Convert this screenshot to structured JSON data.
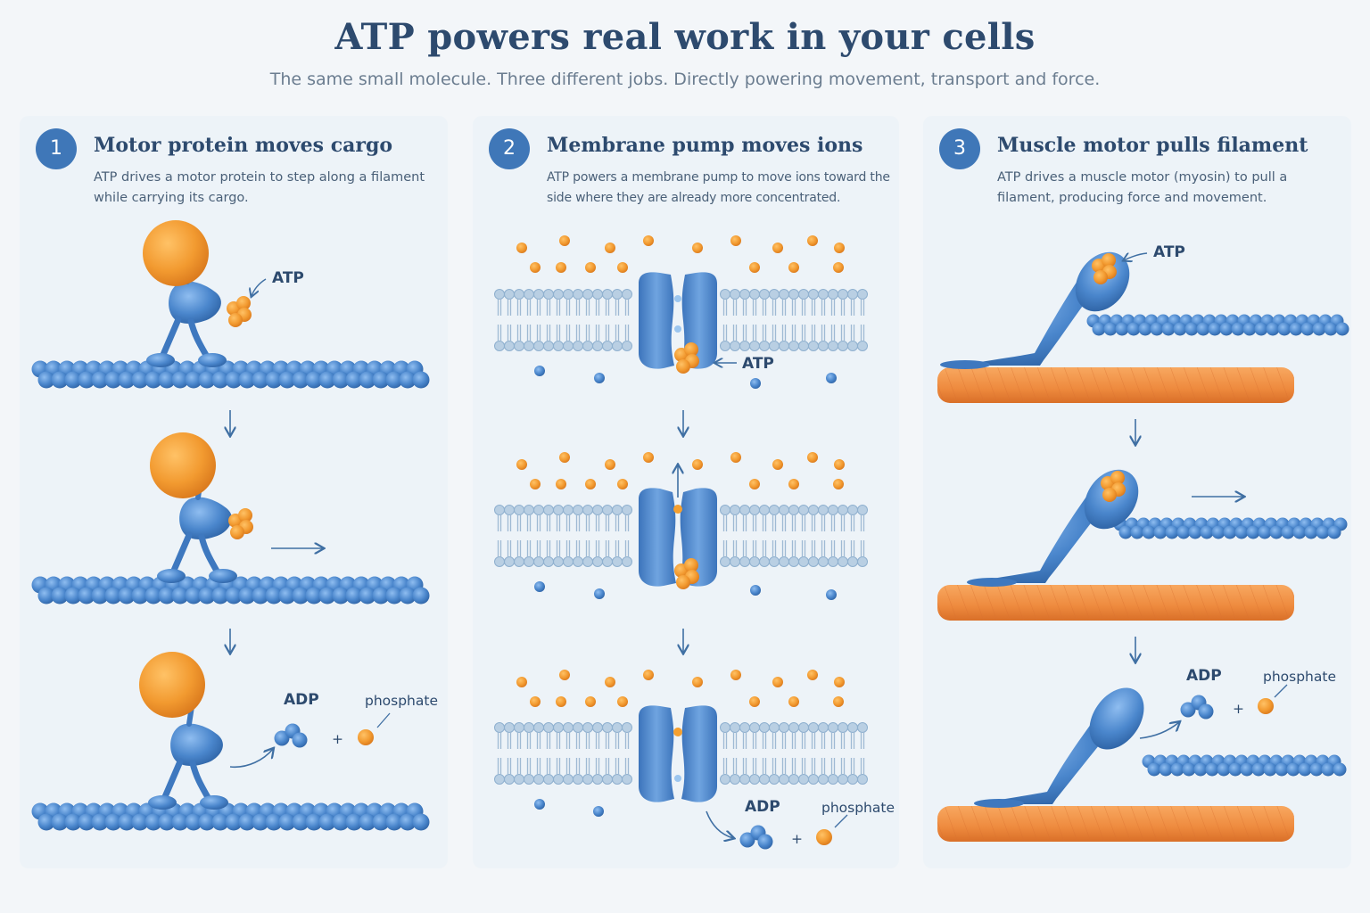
{
  "header": {
    "title": "ATP powers real work in your cells",
    "subtitle": "The same small molecule. Three different jobs. Directly powering movement, transport and force."
  },
  "panels": [
    {
      "number": "1",
      "title": "Motor protein moves cargo",
      "description": "ATP drives a motor protein to step along a filament while carrying its cargo."
    },
    {
      "number": "2",
      "title": "Membrane pump moves ions",
      "description": "ATP powers a membrane pump to move ions toward the side where they are already more concentrated."
    },
    {
      "number": "3",
      "title": "Muscle motor pulls filament",
      "description": "ATP drives a muscle motor (myosin) to pull a filament, producing force and movement."
    }
  ],
  "labels": {
    "atp": "ATP",
    "adp": "ADP",
    "phosphate": "phosphate",
    "plus": "+"
  },
  "colors": {
    "protein": "#4a86cc",
    "cargo": "#f29a30",
    "actin": "#f08a40",
    "ion_blue": "#5aa0dc",
    "accent": "#3f77b8"
  }
}
